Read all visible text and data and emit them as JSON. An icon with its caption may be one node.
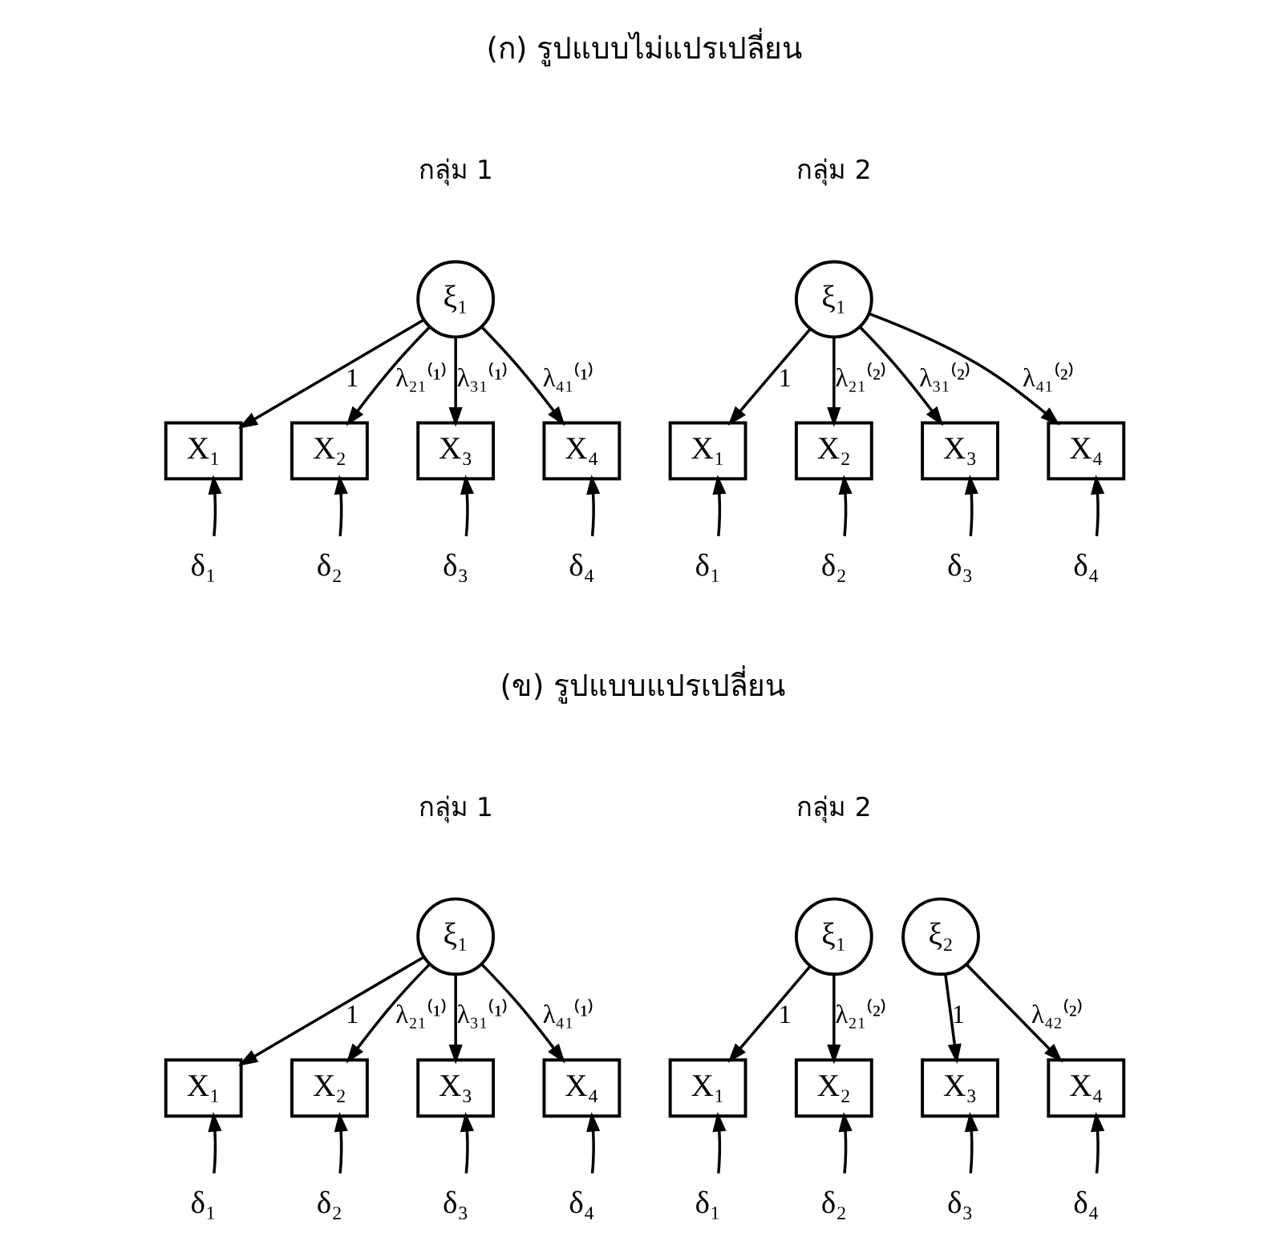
{
  "diagram": {
    "nodes": [
      {
        "text": [
          "ξ₁"
        ]
      },
      {
        "text": [
          "X₁"
        ]
      },
      {
        "text": [
          "X₂"
        ]
      },
      {
        "text": [
          "X₃"
        ]
      },
      {
        "text": [
          "X₄"
        ]
      },
      {
        "text": [
          "δ₁"
        ]
      },
      {
        "text": [
          "δ₂"
        ]
      },
      {
        "text": [
          "δ₃"
        ]
      },
      {
        "text": [
          "δ₄"
        ]
      },
      {
        "text": [
          "ξ₁"
        ]
      },
      {
        "text": [
          "X₁"
        ]
      },
      {
        "text": [
          "X₂"
        ]
      },
      {
        "text": [
          "X₃"
        ]
      },
      {
        "text": [
          "X₄"
        ]
      },
      {
        "text": [
          "δ₁"
        ]
      },
      {
        "text": [
          "δ₂"
        ]
      },
      {
        "text": [
          "δ₃"
        ]
      },
      {
        "text": [
          "δ₄"
        ]
      },
      {
        "text": [
          "ξ₁"
        ]
      },
      {
        "text": [
          "X₁"
        ]
      },
      {
        "text": [
          "X₂"
        ]
      },
      {
        "text": [
          "X₃"
        ]
      },
      {
        "text": [
          "X₄"
        ]
      },
      {
        "text": [
          "δ₁"
        ]
      },
      {
        "text": [
          "δ₂"
        ]
      },
      {
        "text": [
          "δ₃"
        ]
      },
      {
        "text": [
          "δ₄"
        ]
      },
      {
        "text": [
          "ξ₁"
        ]
      },
      {
        "text": [
          "ξ₂"
        ]
      },
      {
        "text": [
          "X₁"
        ]
      },
      {
        "text": [
          "X₂"
        ]
      },
      {
        "text": [
          "X₃"
        ]
      },
      {
        "text": [
          "X₄"
        ]
      },
      {
        "text": [
          "δ₁"
        ]
      },
      {
        "text": [
          "δ₂"
        ]
      },
      {
        "text": [
          "δ₃"
        ]
      },
      {
        "text": [
          "δ₄"
        ]
      }
    ],
    "edges": [
      {
        "from": 0,
        "to": 1,
        "arrow": "to",
        "label": "1"
      },
      {
        "from": 0,
        "to": 2,
        "arrow": "to",
        "label": "λ₂₁⁽¹⁾"
      },
      {
        "from": 0,
        "to": 3,
        "arrow": "to",
        "label": "λ₃₁⁽¹⁾"
      },
      {
        "from": 0,
        "to": 4,
        "arrow": "to",
        "label": "λ₄₁⁽¹⁾"
      },
      {
        "from": 5,
        "to": 1,
        "arrow": "to"
      },
      {
        "from": 6,
        "to": 2,
        "arrow": "to"
      },
      {
        "from": 7,
        "to": 3,
        "arrow": "to"
      },
      {
        "from": 8,
        "to": 4,
        "arrow": "to"
      },
      {
        "from": 9,
        "to": 10,
        "arrow": "to",
        "label": "1"
      },
      {
        "from": 9,
        "to": 11,
        "arrow": "to",
        "label": "λ₂₁⁽²⁾"
      },
      {
        "from": 9,
        "to": 12,
        "arrow": "to",
        "label": "λ₃₁⁽²⁾"
      },
      {
        "from": 9,
        "to": 13,
        "arrow": "to",
        "label": "λ₄₁⁽²⁾"
      },
      {
        "from": 14,
        "to": 10,
        "arrow": "to"
      },
      {
        "from": 15,
        "to": 11,
        "arrow": "to"
      },
      {
        "from": 16,
        "to": 12,
        "arrow": "to"
      },
      {
        "from": 17,
        "to": 13,
        "arrow": "to"
      },
      {
        "from": 18,
        "to": 19,
        "arrow": "to",
        "label": "1"
      },
      {
        "from": 18,
        "to": 20,
        "arrow": "to",
        "label": "λ₂₁⁽¹⁾"
      },
      {
        "from": 18,
        "to": 21,
        "arrow": "to",
        "label": "λ₃₁⁽¹⁾"
      },
      {
        "from": 18,
        "to": 22,
        "arrow": "to",
        "label": "λ₄₁⁽¹⁾"
      },
      {
        "from": 23,
        "to": 19,
        "arrow": "to"
      },
      {
        "from": 24,
        "to": 20,
        "arrow": "to"
      },
      {
        "from": 25,
        "to": 21,
        "arrow": "to"
      },
      {
        "from": 26,
        "to": 22,
        "arrow": "to"
      },
      {
        "from": 27,
        "to": 29,
        "arrow": "to",
        "label": "1"
      },
      {
        "from": 27,
        "to": 30,
        "arrow": "to",
        "label": "λ₂₁⁽²⁾"
      },
      {
        "from": 28,
        "to": 31,
        "arrow": "to",
        "label": "1"
      },
      {
        "from": 28,
        "to": 32,
        "arrow": "to",
        "label": "λ₄₂⁽²⁾"
      },
      {
        "from": 33,
        "to": 29,
        "arrow": "to"
      },
      {
        "from": 34,
        "to": 30,
        "arrow": "to"
      },
      {
        "from": 35,
        "to": 31,
        "arrow": "to"
      },
      {
        "from": 36,
        "to": 32,
        "arrow": "to"
      }
    ],
    "labels": [
      "(ก) รูปแบบไม่แปรเปลี่ยน",
      "กลุ่ม 1",
      "กลุ่ม 2",
      "(ข) รูปแบบแปรเปลี่ยน",
      "กลุ่ม 1",
      "กลุ่ม 2"
    ]
  }
}
